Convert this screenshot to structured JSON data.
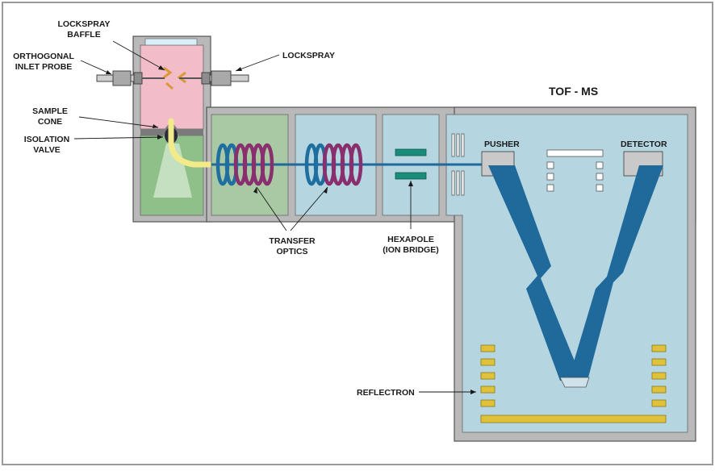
{
  "title": "TOF - MS",
  "labels": {
    "lockspray_baffle": [
      "LOCKSPRAY",
      "BAFFLE"
    ],
    "orthogonal_inlet_probe": [
      "ORTHOGONAL",
      "INLET PROBE"
    ],
    "lockspray": "LOCKSPRAY",
    "sample_cone": [
      "SAMPLE",
      "CONE"
    ],
    "isolation_valve": [
      "ISOLATION",
      "VALVE"
    ],
    "transfer_optics": [
      "TRANSFER",
      "OPTICS"
    ],
    "hexapole": [
      "HEXAPOLE",
      "(ION BRIDGE)"
    ],
    "pusher": "PUSHER",
    "detector": "DETECTOR",
    "reflectron": "REFLECTRON"
  },
  "colors": {
    "frame": "#9a9a9a",
    "housing": "#b9b9b9",
    "source_chamber": "#f2bcc8",
    "source_lower": "#8fc08a",
    "optics_stage_1": "#a8c9a3",
    "optics_stage_2": "#b5d6e0",
    "hexapole_stage": "#b5d6e0",
    "tof_chamber": "#b5d6e0",
    "ion_beam": "#1f6a9a",
    "ring_blue": "#1e6fa0",
    "ring_purple": "#8a2f6e",
    "spray": "#f3ea8a",
    "hexapole_rods": "#1c8c7a",
    "reflectron_plates": "#e0c23a",
    "baffle": "#d99a3a"
  }
}
